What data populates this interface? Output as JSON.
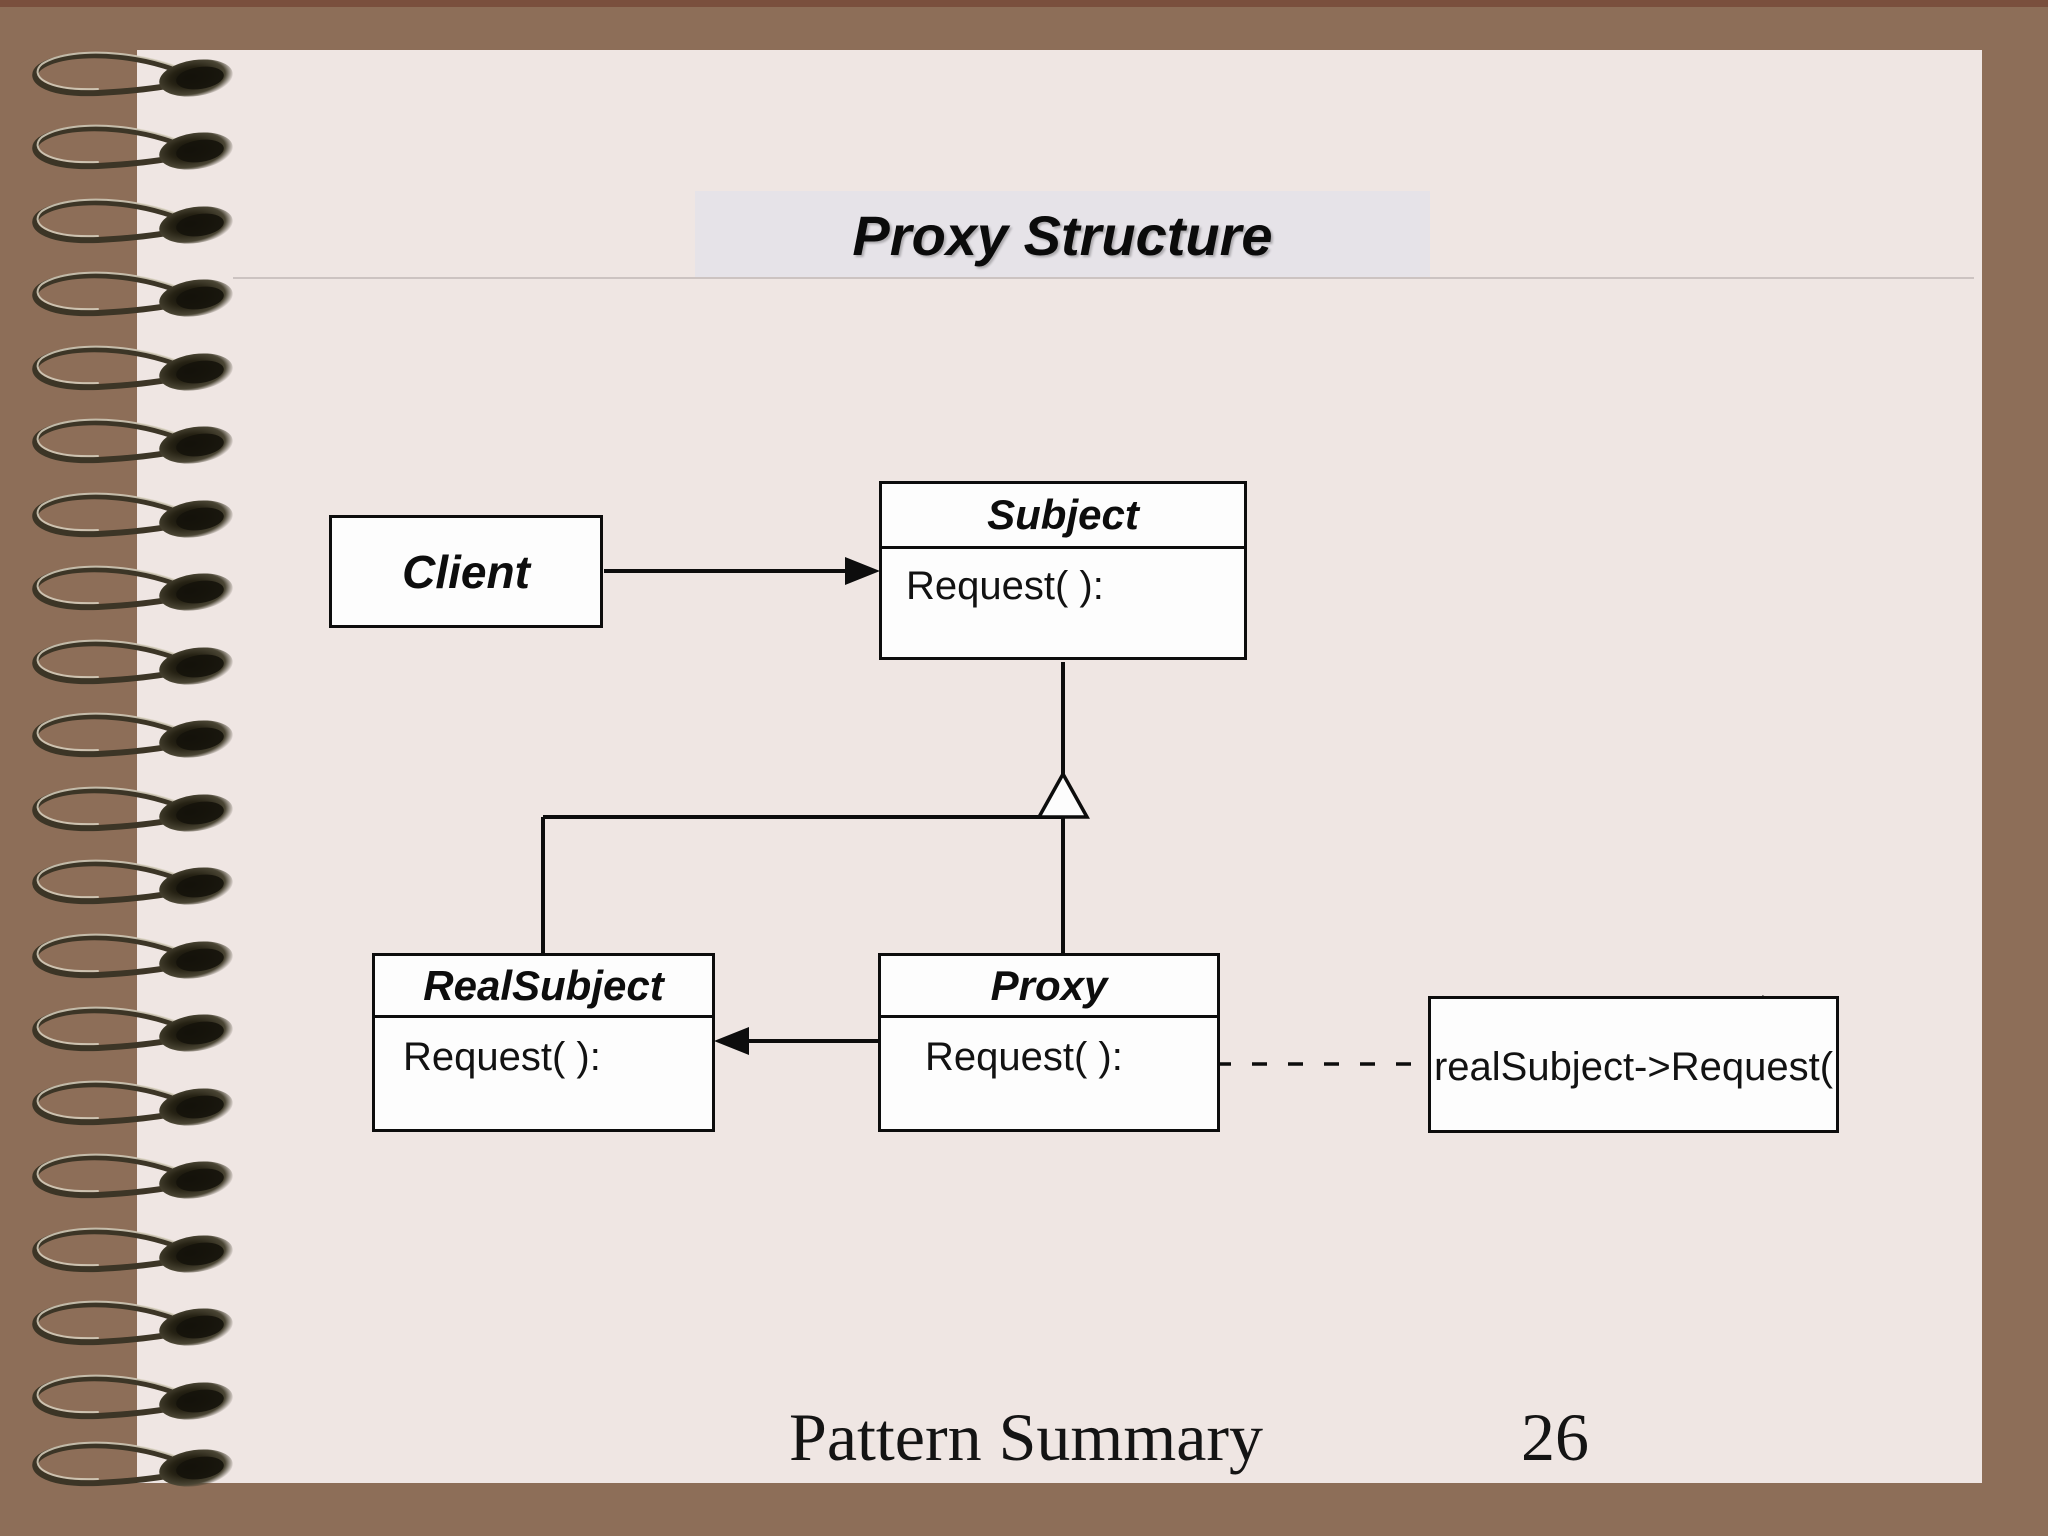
{
  "page": {
    "background_color": "#8d6e58",
    "accent_top_strip_color": "#602016"
  },
  "slide": {
    "background_color": "#efe6e3",
    "title_band_color": "#e6e3e8",
    "title": "Proxy Structure",
    "footer_label": "Pattern Summary",
    "page_number": "26"
  },
  "diagram": {
    "classes": {
      "client": {
        "name": "Client"
      },
      "subject": {
        "name": "Subject",
        "member": "Request( ):"
      },
      "real_subject": {
        "name": "RealSubject",
        "member": "Request( ):"
      },
      "proxy": {
        "name": "Proxy",
        "member": "Request( ):"
      }
    },
    "note": {
      "text": "realSubject->Request("
    },
    "relationships": [
      {
        "from": "Client",
        "to": "Subject",
        "type": "association-arrow"
      },
      {
        "from": "Proxy",
        "to": "RealSubject",
        "type": "association-arrow"
      },
      {
        "from": "RealSubject",
        "to": "Subject",
        "type": "inheritance"
      },
      {
        "from": "Proxy",
        "to": "Subject",
        "type": "inheritance"
      },
      {
        "from": "Proxy.Request",
        "to": "note",
        "type": "dashed-annotation-with-lollipop"
      }
    ],
    "line_color": "#0d0d0d",
    "box_fill_color": "#fdfdfd"
  }
}
